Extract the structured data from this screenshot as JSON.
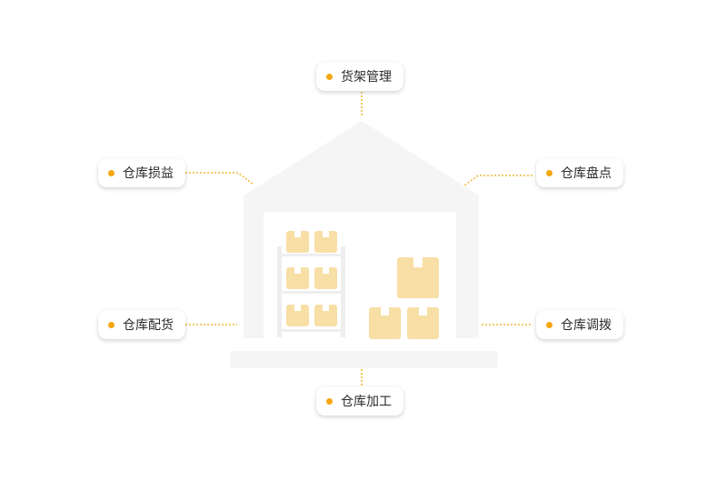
{
  "colors": {
    "accent": "#f5a712",
    "connector": "#f0b93a",
    "warehouse": "#f5f5f5",
    "shelf": "#eeeeee",
    "box": "#f8dfa6",
    "box_tab": "#ffffff"
  },
  "labels": {
    "top": "货架管理",
    "left_top": "仓库损益",
    "right_top": "仓库盘点",
    "left_mid": "仓库配货",
    "right_mid": "仓库调拨",
    "bottom": "仓库加工"
  },
  "icons": {
    "bullet": "dot-icon",
    "center": "warehouse-icon",
    "goods": "package-box-icon"
  }
}
